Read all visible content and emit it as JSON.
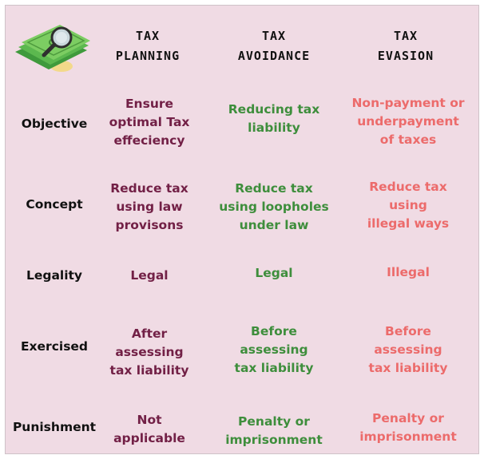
{
  "headers": [
    {
      "line1": "TAX",
      "line2": "PLANNING"
    },
    {
      "line1": "TAX",
      "line2": "AVOIDANCE"
    },
    {
      "line1": "TAX",
      "line2": "EVASION"
    }
  ],
  "colors": {
    "planning": "#722046",
    "avoidance": "#3e8e3c",
    "evasion": "#ec6b6b",
    "background": "#f0dbe4"
  },
  "logo_icon": "money-magnifier-icon",
  "rows": [
    {
      "label": "Objective",
      "planning": "Ensure\noptimal Tax\neffeciency",
      "avoidance": "Reducing tax\nliability",
      "evasion": "Non-payment or\nunderpayment\nof taxes"
    },
    {
      "label": "Concept",
      "planning": "Reduce tax\nusing law\nprovisons",
      "avoidance": "Reduce tax\nusing loopholes\nunder law",
      "evasion": "Reduce tax\nusing\nillegal ways"
    },
    {
      "label": "Legality",
      "planning": "Legal",
      "avoidance": "Legal",
      "evasion": "Illegal"
    },
    {
      "label": "Exercised",
      "planning": "After\nassessing\ntax liability",
      "avoidance": "Before\nassessing\ntax liability",
      "evasion": "Before\nassessing\ntax liability"
    },
    {
      "label": "Punishment",
      "planning": "Not\napplicable",
      "avoidance": "Penalty or\nimprisonment",
      "evasion": "Penalty or\nimprisonment"
    }
  ]
}
